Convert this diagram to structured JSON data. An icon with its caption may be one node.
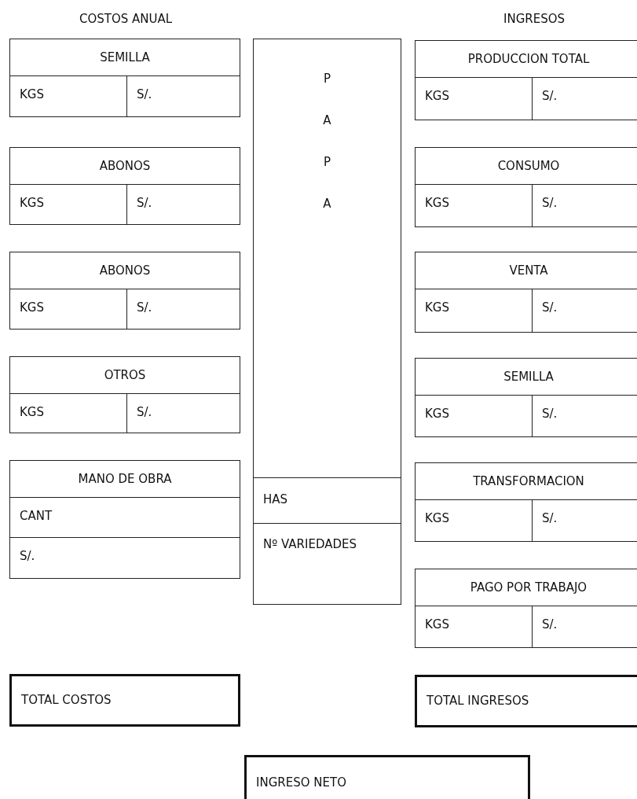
{
  "diagram": {
    "nodes": [
      {
        "text": [
          "SEMILLA"
        ]
      },
      {
        "text": [
          "KGS"
        ],
        "in": 0
      },
      {
        "text": [
          "S/."
        ],
        "in": 0
      },
      {
        "text": [
          "ABONOS"
        ]
      },
      {
        "text": [
          "KGS"
        ],
        "in": 3
      },
      {
        "text": [
          "S/."
        ],
        "in": 3
      },
      {
        "text": [
          "ABONOS"
        ]
      },
      {
        "text": [
          "KGS"
        ],
        "in": 6
      },
      {
        "text": [
          "S/."
        ],
        "in": 6
      },
      {
        "text": [
          "OTROS"
        ]
      },
      {
        "text": [
          "KGS"
        ],
        "in": 9
      },
      {
        "text": [
          "S/."
        ],
        "in": 9
      },
      {
        "text": [
          "MANO DE OBRA"
        ]
      },
      {
        "text": [
          "CANT"
        ],
        "in": 12
      },
      {
        "text": [
          "S/."
        ],
        "in": 12
      },
      {
        "text": [
          "P A P A"
        ]
      },
      {
        "text": [
          "HAS"
        ],
        "in": 15
      },
      {
        "text": [
          "Nº VARIEDADES"
        ],
        "in": 15
      },
      {
        "text": [
          "PRODUCCION TOTAL"
        ]
      },
      {
        "text": [
          "KGS"
        ],
        "in": 18
      },
      {
        "text": [
          "S/."
        ],
        "in": 18
      },
      {
        "text": [
          "CONSUMO"
        ]
      },
      {
        "text": [
          "KGS"
        ],
        "in": 21
      },
      {
        "text": [
          "S/."
        ],
        "in": 21
      },
      {
        "text": [
          "VENTA"
        ]
      },
      {
        "text": [
          "KGS"
        ],
        "in": 24
      },
      {
        "text": [
          "S/."
        ],
        "in": 24
      },
      {
        "text": [
          "SEMILLA"
        ]
      },
      {
        "text": [
          "KGS"
        ],
        "in": 27
      },
      {
        "text": [
          "S/."
        ],
        "in": 27
      },
      {
        "text": [
          "TRANSFORMACION"
        ]
      },
      {
        "text": [
          "KGS"
        ],
        "in": 30
      },
      {
        "text": [
          "S/."
        ],
        "in": 30
      },
      {
        "text": [
          "PAGO POR TRABAJO"
        ]
      },
      {
        "text": [
          "KGS"
        ],
        "in": 33
      },
      {
        "text": [
          "S/."
        ],
        "in": 33
      },
      {
        "text": [
          "TOTAL COSTOS"
        ]
      },
      {
        "text": [
          "TOTAL INGRESOS"
        ]
      },
      {
        "text": [
          "INGRESO NETO"
        ]
      }
    ],
    "labels": [
      "COSTOS ANUAL",
      "INGRESOS"
    ]
  }
}
